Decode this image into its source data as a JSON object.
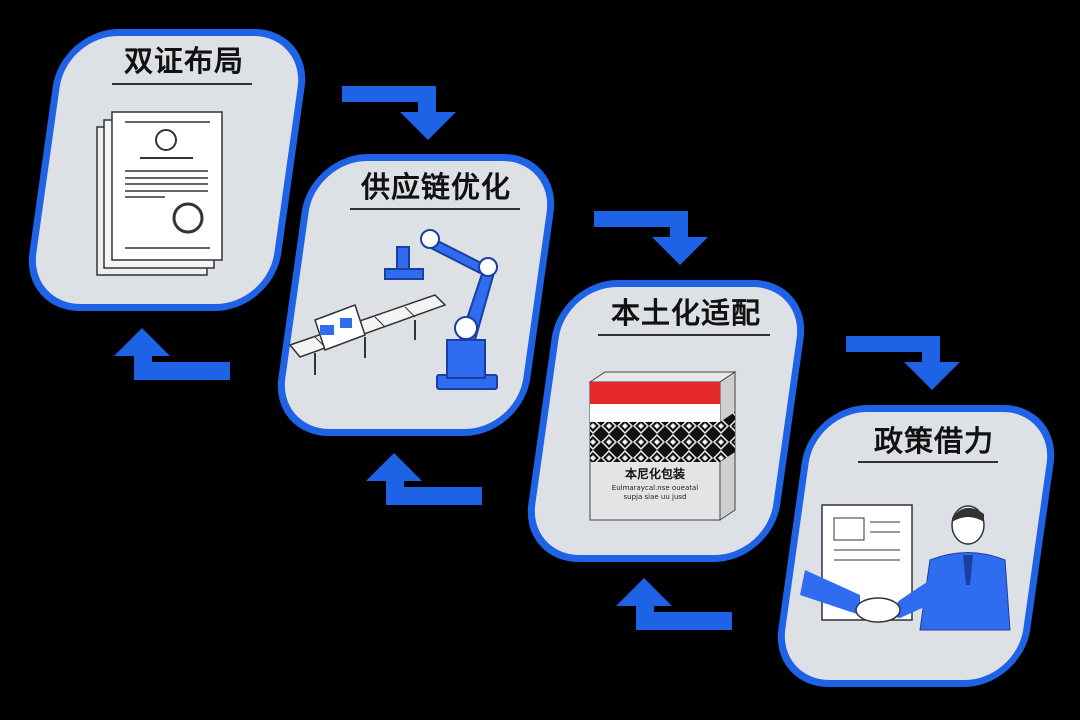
{
  "steps": [
    {
      "title": "双证布局",
      "icon": "certificate-documents-icon"
    },
    {
      "title": "供应链优化",
      "icon": "robot-arm-conveyor-icon"
    },
    {
      "title": "本土化适配",
      "icon": "localized-package-icon"
    },
    {
      "title": "政策借力",
      "icon": "handshake-businessman-icon"
    }
  ],
  "package": {
    "label": "本尼化包装",
    "sub_line1": "Eulmaraycal.nse oueatal",
    "sub_line2": "supja siae uu jusd"
  },
  "colors": {
    "accent": "#1e62e6",
    "panel_fill": "#dde1e6",
    "background": "#000000"
  }
}
